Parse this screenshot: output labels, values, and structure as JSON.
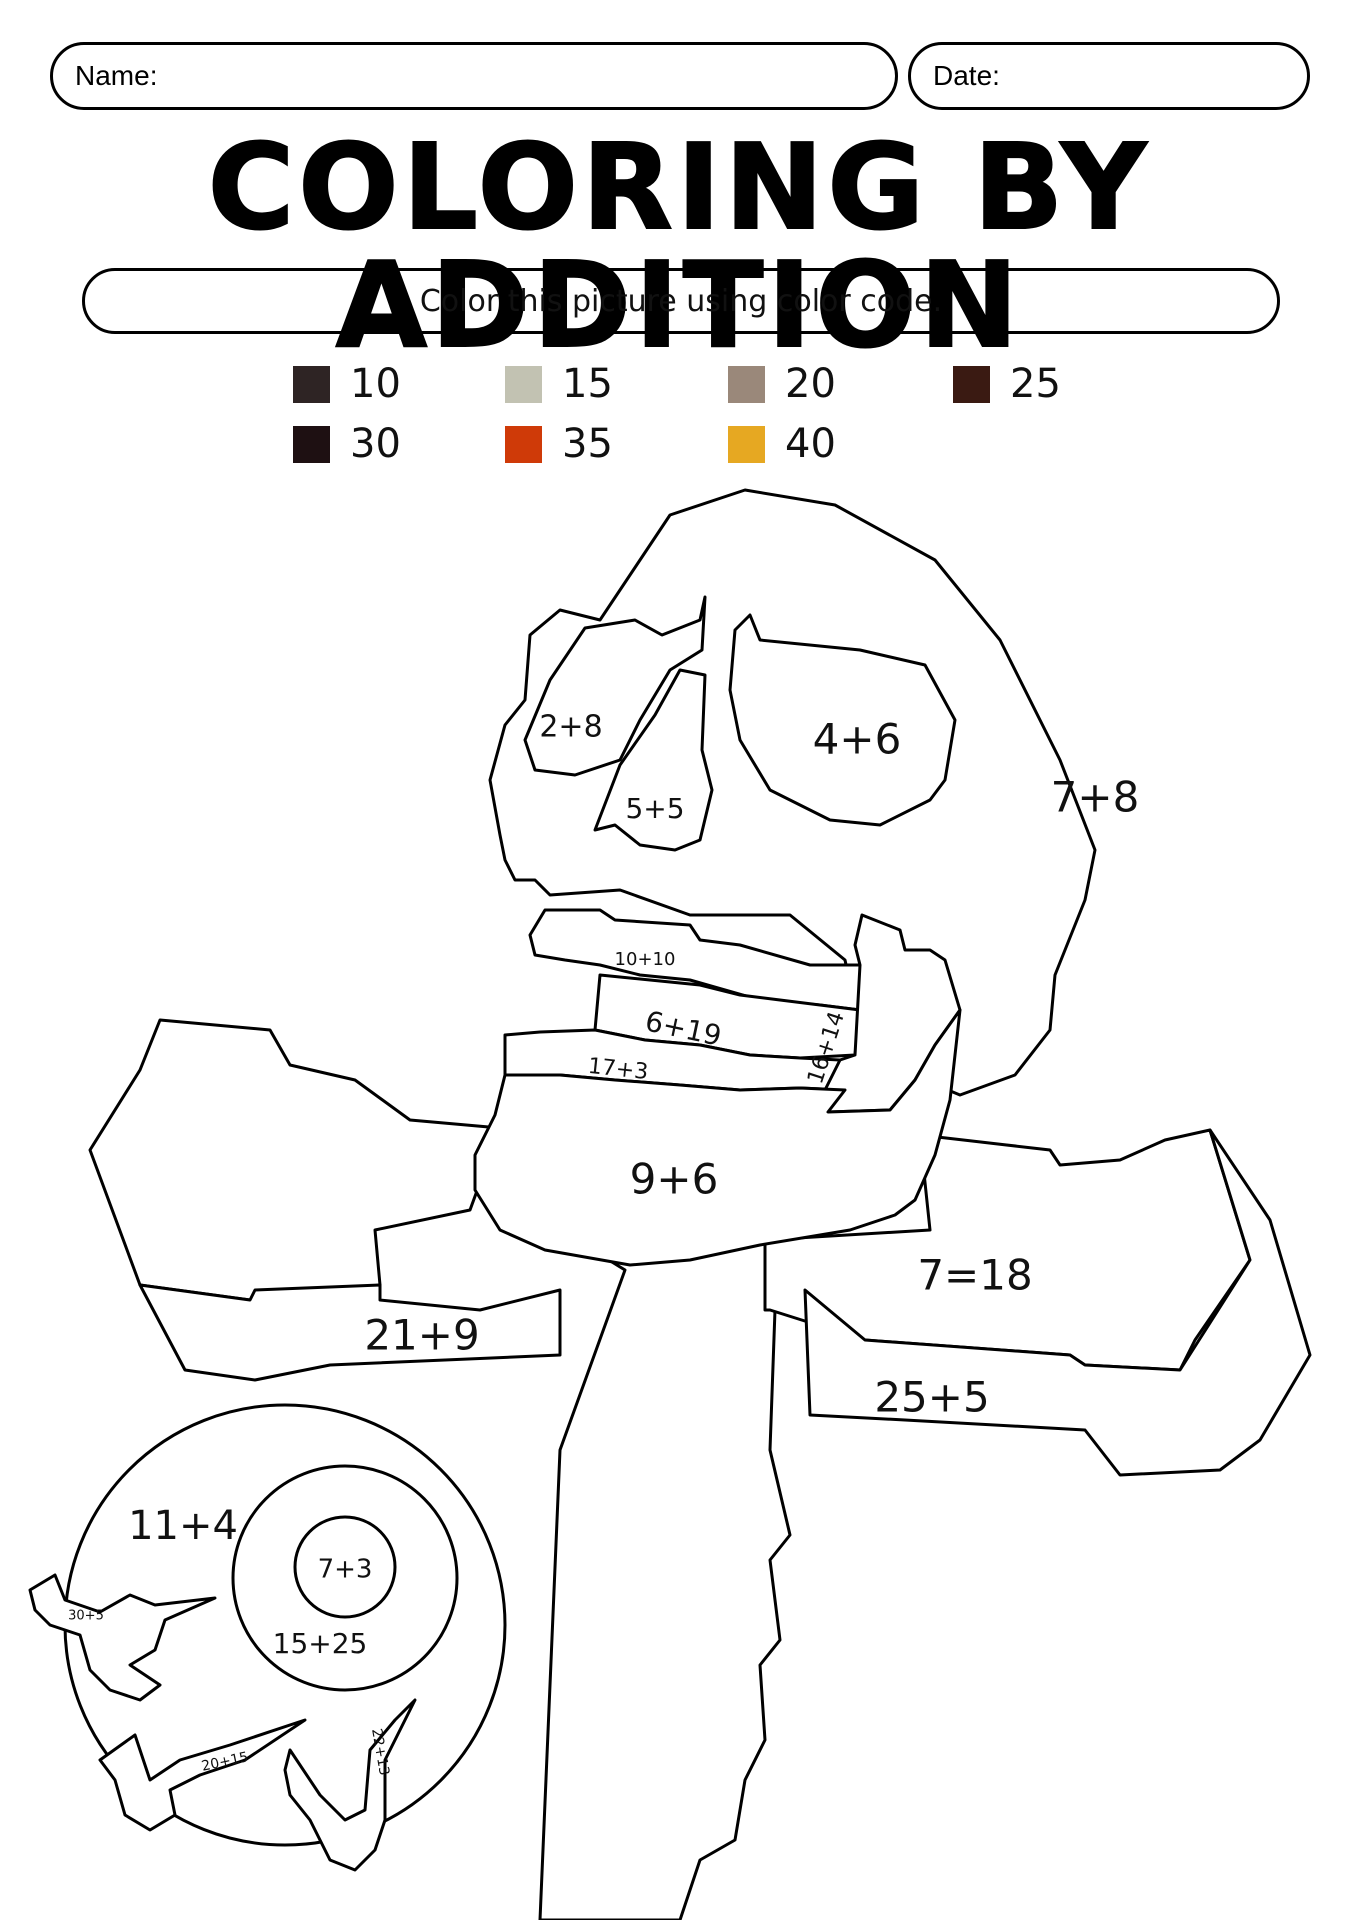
{
  "header": {
    "name_label": "Name:",
    "date_label": "Date:"
  },
  "title": "COLORING BY ADDITION",
  "instruction": "Color this picture using color code.",
  "legend": [
    {
      "value": "10",
      "color": "#2e2424"
    },
    {
      "value": "15",
      "color": "#c2c2b2"
    },
    {
      "value": "20",
      "color": "#9a887a"
    },
    {
      "value": "25",
      "color": "#3a1a12"
    },
    {
      "value": "30",
      "color": "#1e1012"
    },
    {
      "value": "35",
      "color": "#cf3a08"
    },
    {
      "value": "40",
      "color": "#e6a822"
    }
  ],
  "regions": {
    "left_eye_socket": "2+8",
    "right_eye_socket": "4+6",
    "nose": "5+5",
    "skull": "7+8",
    "upper_teeth": "10+10",
    "middle_teeth": "6+19",
    "lower_teeth": "17+3",
    "jaw_side": "16+14",
    "jaw": "9+6",
    "bone_right_upper": "7=18",
    "bone_right_lower": "25+5",
    "bone_left_lower": "21+9",
    "eyeball": "11+4",
    "pupil": "7+3",
    "iris": "15+25",
    "vein_left": "30+5",
    "vein_bottom": "20+15",
    "vein_right": "22+13"
  }
}
